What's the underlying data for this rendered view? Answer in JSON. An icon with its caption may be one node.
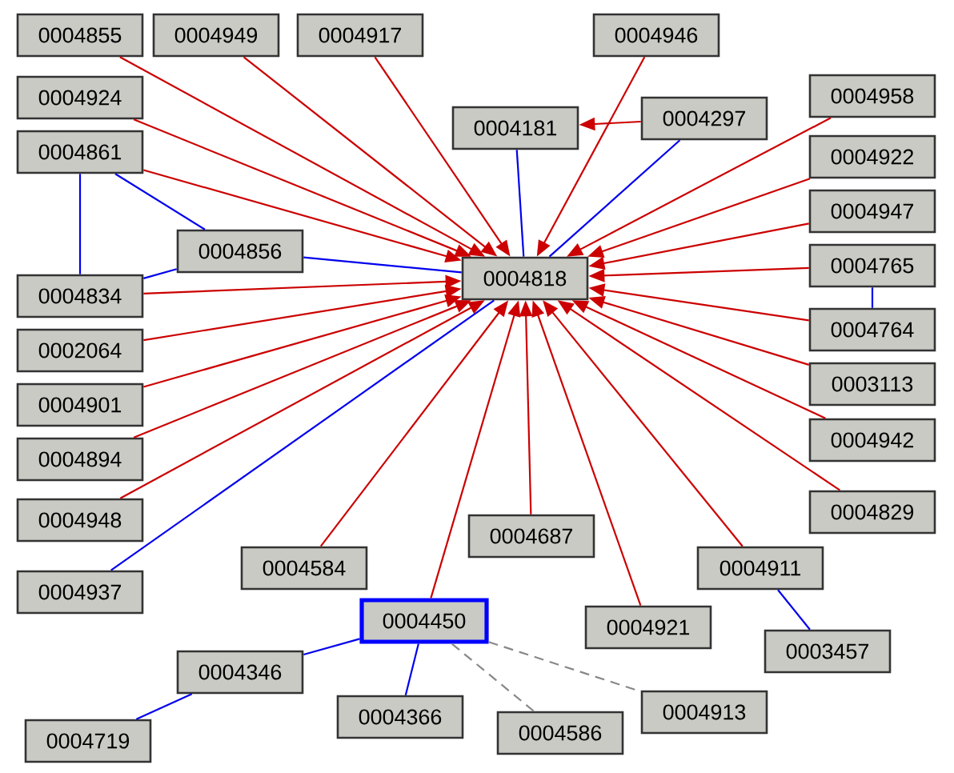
{
  "diagram": {
    "nodes": [
      {
        "text": [
          "0004946"
        ]
      },
      {
        "text": [
          "0004917"
        ]
      },
      {
        "text": [
          "0004958"
        ]
      },
      {
        "text": [
          "0004949"
        ]
      },
      {
        "text": [
          "0004922"
        ]
      },
      {
        "text": [
          "0004181"
        ]
      },
      {
        "text": [
          "0004297"
        ]
      },
      {
        "text": [
          "0004855"
        ]
      },
      {
        "text": [
          "0004765"
        ]
      },
      {
        "text": [
          "0004911"
        ]
      },
      {
        "text": [
          "0004924"
        ]
      },
      {
        "text": [
          "0004861"
        ]
      },
      {
        "text": [
          "0004947"
        ]
      },
      {
        "text": [
          "0004818"
        ]
      },
      {
        "text": [
          "0004856"
        ]
      },
      {
        "text": [
          "0002064"
        ]
      },
      {
        "text": [
          "0004764"
        ]
      },
      {
        "text": [
          "0004834"
        ]
      },
      {
        "text": [
          "0004901"
        ]
      },
      {
        "text": [
          "0004894"
        ]
      },
      {
        "text": [
          "0003113"
        ]
      },
      {
        "text": [
          "0004948"
        ]
      },
      {
        "text": [
          "0003457"
        ]
      },
      {
        "text": [
          "0004942"
        ]
      },
      {
        "text": [
          "0004937"
        ]
      },
      {
        "text": [
          "0004584"
        ]
      },
      {
        "text": [
          "0004829"
        ]
      },
      {
        "text": [
          "0004687"
        ]
      },
      {
        "text": [
          "0004921"
        ]
      },
      {
        "text": [
          "0004450"
        ]
      },
      {
        "text": [
          "0004346"
        ]
      },
      {
        "text": [
          "0004913"
        ]
      },
      {
        "text": [
          "0004366"
        ]
      },
      {
        "text": [
          "0004586"
        ]
      },
      {
        "text": [
          "0004719"
        ]
      }
    ],
    "edges": [
      {
        "from": 0,
        "to": 13,
        "arrow": "to"
      },
      {
        "from": 1,
        "to": 13,
        "arrow": "to"
      },
      {
        "from": 2,
        "to": 13,
        "arrow": "to"
      },
      {
        "from": 3,
        "to": 13,
        "arrow": "to"
      },
      {
        "from": 4,
        "to": 13,
        "arrow": "to"
      },
      {
        "from": 7,
        "to": 13,
        "arrow": "to"
      },
      {
        "from": 8,
        "to": 13,
        "arrow": "to"
      },
      {
        "from": 9,
        "to": 13,
        "arrow": "to"
      },
      {
        "from": 10,
        "to": 13,
        "arrow": "to"
      },
      {
        "from": 11,
        "to": 13,
        "arrow": "to"
      },
      {
        "from": 12,
        "to": 13,
        "arrow": "to"
      },
      {
        "from": 15,
        "to": 13,
        "arrow": "to"
      },
      {
        "from": 16,
        "to": 13,
        "arrow": "to"
      },
      {
        "from": 17,
        "to": 13,
        "arrow": "to"
      },
      {
        "from": 18,
        "to": 13,
        "arrow": "to"
      },
      {
        "from": 19,
        "to": 13,
        "arrow": "to"
      },
      {
        "from": 20,
        "to": 13,
        "arrow": "to"
      },
      {
        "from": 21,
        "to": 13,
        "arrow": "to"
      },
      {
        "from": 23,
        "to": 13,
        "arrow": "to"
      },
      {
        "from": 25,
        "to": 13,
        "arrow": "to"
      },
      {
        "from": 26,
        "to": 13,
        "arrow": "to"
      },
      {
        "from": 27,
        "to": 13,
        "arrow": "to"
      },
      {
        "from": 28,
        "to": 13,
        "arrow": "to"
      },
      {
        "from": 29,
        "to": 13,
        "arrow": "to"
      },
      {
        "from": 6,
        "to": 5,
        "arrow": "to"
      },
      {
        "from": 5,
        "to": 13,
        "arrow": "none",
        "color": "#0000ee"
      },
      {
        "from": 6,
        "to": 13,
        "arrow": "none",
        "color": "#0000ee"
      },
      {
        "from": 14,
        "to": 13,
        "arrow": "none",
        "color": "#0000ee"
      },
      {
        "from": 24,
        "to": 13,
        "arrow": "none",
        "color": "#0000ee"
      },
      {
        "from": 9,
        "to": 22,
        "arrow": "none",
        "color": "#0000ee"
      },
      {
        "from": 8,
        "to": 16,
        "arrow": "none",
        "color": "#0000ee"
      },
      {
        "from": 11,
        "to": 14,
        "arrow": "none",
        "color": "#0000ee"
      },
      {
        "from": 11,
        "to": 17,
        "arrow": "none",
        "color": "#0000ee"
      },
      {
        "from": 14,
        "to": 17,
        "arrow": "none",
        "color": "#0000ee"
      },
      {
        "from": 29,
        "to": 30,
        "arrow": "none",
        "color": "#0000ee"
      },
      {
        "from": 29,
        "to": 32,
        "arrow": "none",
        "color": "#0000ee"
      },
      {
        "from": 30,
        "to": 34,
        "arrow": "none",
        "color": "#0000ee"
      },
      {
        "from": 29,
        "to": 31,
        "arrow": "none",
        "style": "dashed",
        "color": "#888888"
      },
      {
        "from": 29,
        "to": 33,
        "arrow": "none",
        "style": "dashed",
        "color": "#888888"
      }
    ]
  }
}
